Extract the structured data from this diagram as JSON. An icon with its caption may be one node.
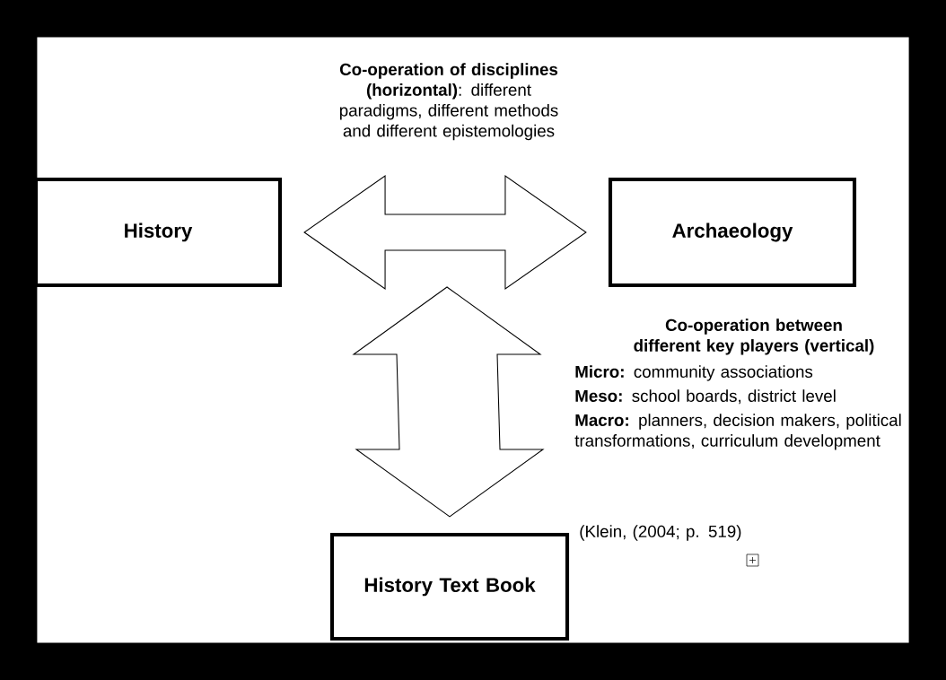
{
  "diagram": {
    "nodes": [
      {
        "text": [
          "History"
        ]
      },
      {
        "text": [
          "Archaeology"
        ]
      },
      {
        "text": [
          "History Text Book"
        ]
      }
    ],
    "edges": [
      {
        "from": 0,
        "to": 1,
        "arrow": "both"
      },
      {
        "from": null,
        "to": 2,
        "arrow": "both"
      }
    ],
    "labels": [
      "**Co-operation of disciplines (horizontal)**: different paradigms, different methods and different epistemologies",
      "Co-operation between different key players (vertical)",
      "**Micro:** community associations",
      "**Meso:** school boards, district level",
      "**Macro:** planners, decision makers, political transformations, curriculum development",
      "(Klein, (2004; p. 519)"
    ]
  }
}
